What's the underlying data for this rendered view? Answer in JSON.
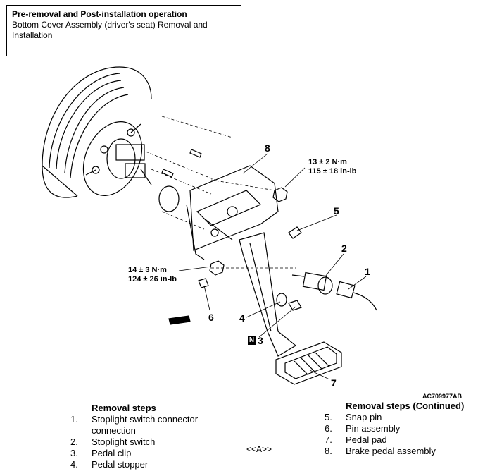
{
  "header": {
    "title": "Pre-removal and Post-installation operation",
    "subtitle": "Bottom Cover Assembly (driver's seat) Removal and Installation"
  },
  "diagram": {
    "labels": [
      "1",
      "2",
      "3",
      "4",
      "5",
      "6",
      "7",
      "8"
    ],
    "torque_upper": {
      "line1": "13 ± 2 N·m",
      "line2": "115 ± 18 in-lb"
    },
    "torque_lower": {
      "line1": "14 ± 3 N·m",
      "line2": "124 ± 26 in-lb"
    },
    "n_marker": "N",
    "figure_code": "AC709977AB"
  },
  "removal_steps": {
    "heading": "Removal steps",
    "items": [
      {
        "num": "1.",
        "text": "Stoplight switch connector connection"
      },
      {
        "num": "2.",
        "text": "Stoplight switch"
      },
      {
        "num": "3.",
        "text": "Pedal clip"
      },
      {
        "num": "4.",
        "text": "Pedal stopper"
      }
    ]
  },
  "removal_steps_continued": {
    "heading": "Removal steps (Continued)",
    "items": [
      {
        "num": "5.",
        "text": "Snap pin"
      },
      {
        "num": "6.",
        "text": "Pin assembly"
      },
      {
        "num": "7.",
        "text": "Pedal pad"
      },
      {
        "num": "8.",
        "text": "Brake pedal assembly"
      }
    ]
  },
  "note_marker": "<<A>>"
}
